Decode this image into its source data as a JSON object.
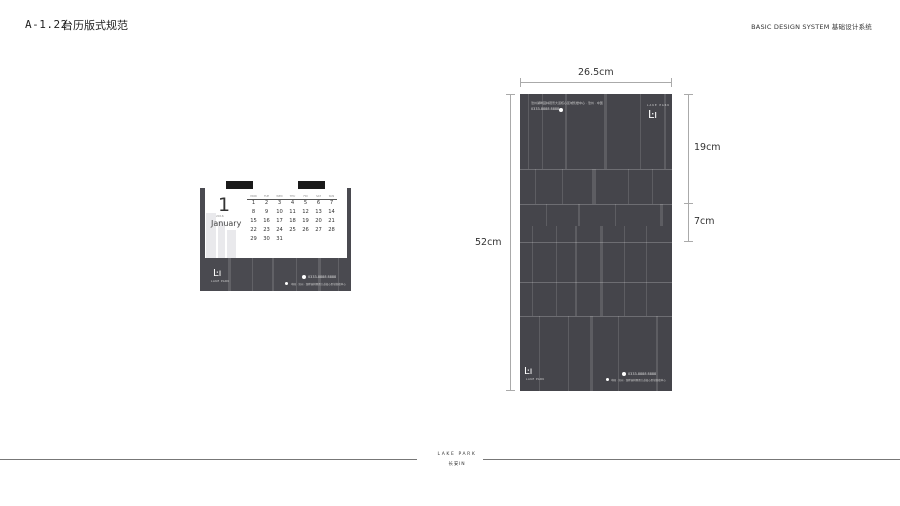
{
  "header": {
    "code": "A-1.22",
    "title": "台历版式规范",
    "system": "BASIC DESIGN SYSTEM 基础设计系统"
  },
  "desk_calendar": {
    "big_number": "1",
    "small_text": "2016",
    "month": "January",
    "weekdays": [
      "MON",
      "TUE",
      "WED",
      "THU",
      "FRI",
      "SAT",
      "SUN"
    ],
    "days": [
      "1",
      "2",
      "3",
      "4",
      "5",
      "6",
      "7",
      "8",
      "9",
      "10",
      "11",
      "12",
      "13",
      "14",
      "15",
      "16",
      "17",
      "18",
      "19",
      "20",
      "21",
      "22",
      "23",
      "24",
      "25",
      "26",
      "27",
      "28",
      "29",
      "30",
      "31"
    ],
    "logo": "Ŀı",
    "logo_text": "LAKE PARK",
    "phone": "0333-8888 8888",
    "address": "中国 · 沧州 · 湖畔园林观景大道核心区域售楼中心"
  },
  "wall_calendar": {
    "top_text": "沧州湖畔园林观景大道核心区域售楼中心 · 沧州 · 中国",
    "phone": "0333-8888 8888",
    "logo": "Ŀı",
    "logo_text": "LAKE PARK",
    "bottom_phone": "0333-8888 8888",
    "bottom_address": "中国 · 沧州 · 湖畔园林观景大道核心区域售楼中心"
  },
  "dimensions": {
    "width": "26.5cm",
    "height": "52cm",
    "top_section": "19cm",
    "middle_section": "7cm"
  },
  "footer": {
    "brand": "LAKE PARK",
    "sub": "长安IN"
  }
}
